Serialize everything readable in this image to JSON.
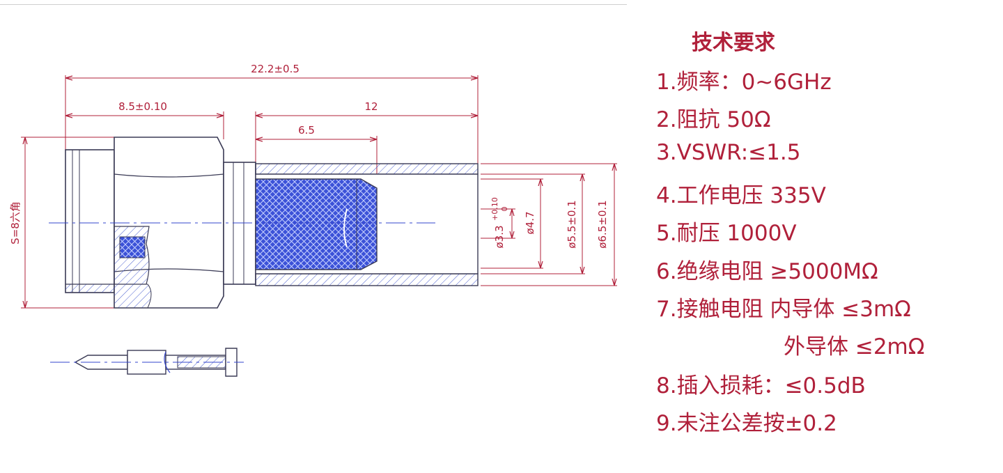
{
  "dimensions": {
    "overall_length": "22.2±0.5",
    "hex_length": "8.5±0.10",
    "ferrule_length": "12",
    "braid_length": "6.5",
    "hex_size": "S=8六角",
    "pin_diameter": "ø3.3",
    "pin_tolerance_upper": "+0.10",
    "pin_tolerance_lower": "0",
    "inner_diameter": "ø4.7",
    "mid_diameter": "ø5.5±0.1",
    "outer_diameter": "ø6.5±0.1"
  },
  "specs": {
    "title": "技术要求",
    "items": [
      "1.频率：0~6GHz",
      "2.阻抗 50Ω",
      "3.VSWR:≤1.5",
      "4.工作电压 335V",
      "5.耐压 1000V",
      "6.绝缘电阻 ≥5000MΩ",
      "7.接触电阻 内导体 ≤3mΩ"
    ],
    "item7_continued": "外导体 ≤2mΩ",
    "items_tail": [
      "8.插入损耗：≤0.5dB",
      "9.未注公差按±0.2"
    ]
  },
  "colors": {
    "outline": "#3a3a55",
    "dimension": "#b0203a",
    "centerline": "#3344cc",
    "hatch": "#4a5fd0",
    "braid_fill": "#3c52d8"
  }
}
